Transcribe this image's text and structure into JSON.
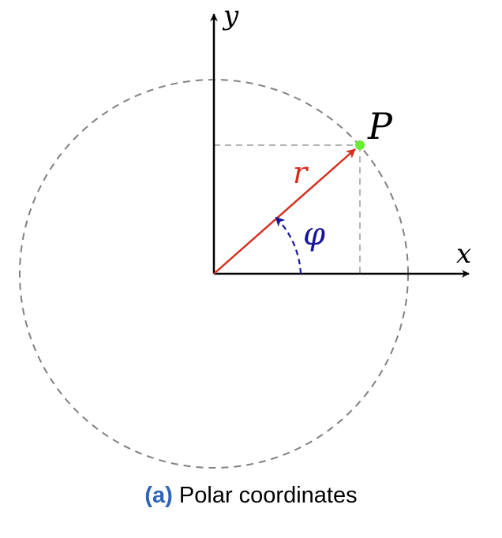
{
  "labels": {
    "x_axis": "x",
    "y_axis": "y",
    "point": "P",
    "radius": "r",
    "angle": "φ"
  },
  "caption": {
    "tag": "(a)",
    "text": "Polar coordinates"
  },
  "colors": {
    "axes": "#000000",
    "circle": "#808080",
    "projection": "#aaaaaa",
    "radius_vector": "#d62f20",
    "angle_arc": "#16169a",
    "point": "#66ee33",
    "caption_tag": "#2e64b7"
  }
}
